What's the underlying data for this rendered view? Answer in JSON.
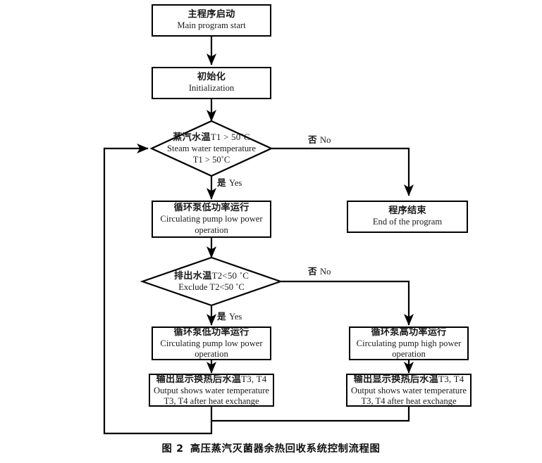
{
  "figure": {
    "caption_label": "图 2",
    "caption_text": "高压蒸汽灭菌器余热回收系统控制流程图",
    "line_color": "#000000",
    "background_color": "#ffffff",
    "text_color": "#1a1a1a"
  },
  "nodes": {
    "start": {
      "shape": "process",
      "cn": "主程序启动",
      "en": "Main program start"
    },
    "init": {
      "shape": "process",
      "cn": "初始化",
      "en": "Initialization"
    },
    "decision_t1": {
      "shape": "decision",
      "cn_prefix": "蒸汽水温",
      "cn_suffix": "T1 > 50˚C",
      "en_line1": "Steam water temperature",
      "en_line2": "T1 > 50˚C"
    },
    "pump_low_1": {
      "shape": "process",
      "cn": "循环泵低功率运行",
      "en_line1": "Circulating pump low power",
      "en_line2": "operation"
    },
    "end_program": {
      "shape": "process",
      "cn": "程序结束",
      "en": "End of the program"
    },
    "decision_t2": {
      "shape": "decision",
      "cn_prefix": "排出水温",
      "cn_suffix": "T2<50 ˚C",
      "en_line1": "Exclude T2<50 ˚C"
    },
    "pump_low_2": {
      "shape": "process",
      "cn": "循环泵低功率运行",
      "en_line1": "Circulating pump low power",
      "en_line2": "operation"
    },
    "pump_high": {
      "shape": "process",
      "cn": "循环泵高功率运行",
      "en_line1": "Circulating pump high power",
      "en_line2": "operation"
    },
    "output_left": {
      "shape": "process",
      "cn_prefix": "输出显示换热后水温",
      "cn_suffix": "T3, T4",
      "en_line1": "Output shows water temperature",
      "en_line2": "T3, T4 after heat exchange"
    },
    "output_right": {
      "shape": "process",
      "cn_prefix": "输出显示换热后水温",
      "cn_suffix": "T3, T4",
      "en_line1": "Output shows water temperature",
      "en_line2": "T3, T4 after heat exchange"
    }
  },
  "edge_labels": {
    "t1_no_cn": "否",
    "t1_no_en": "No",
    "t1_yes_cn": "是",
    "t1_yes_en": "Yes",
    "t2_no_cn": "否",
    "t2_no_en": "No",
    "t2_yes_cn": "是",
    "t2_yes_en": "Yes"
  }
}
